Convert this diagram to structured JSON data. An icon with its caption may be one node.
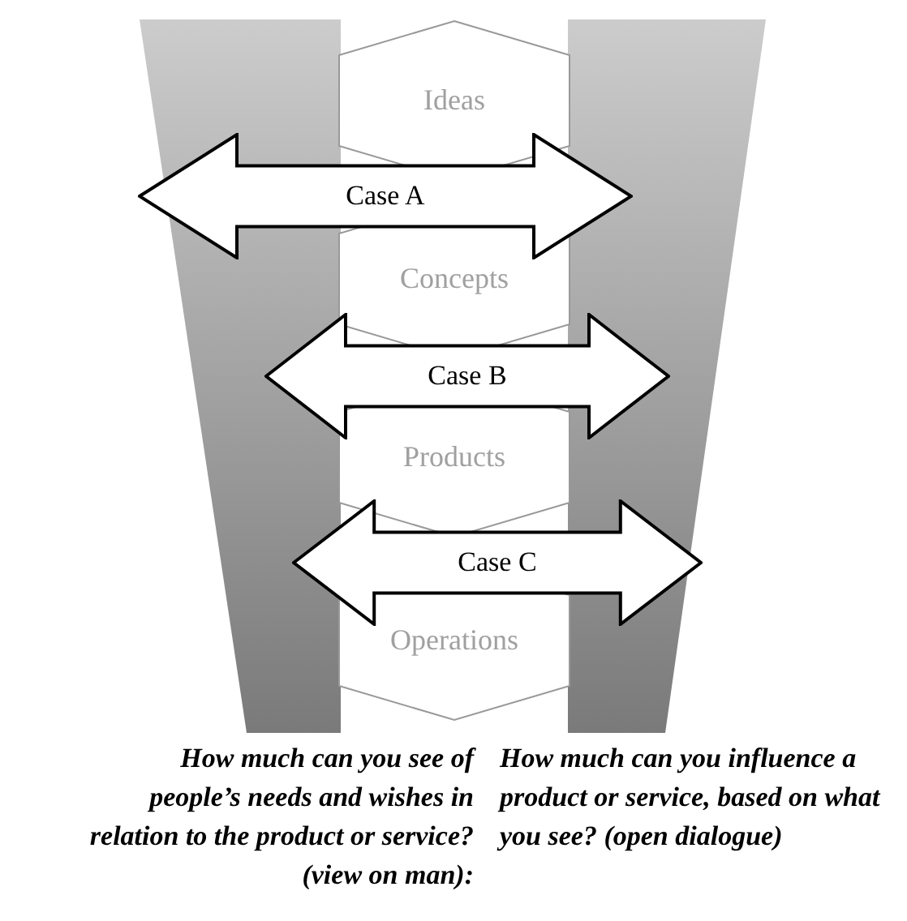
{
  "diagram": {
    "nodes": [
      {
        "text": [
          "Ideas"
        ]
      },
      {
        "text": [
          "Concepts"
        ]
      },
      {
        "text": [
          "Products"
        ]
      },
      {
        "text": [
          "Operations"
        ]
      },
      {
        "text": [
          "Case A"
        ]
      },
      {
        "text": [
          "Case B"
        ]
      },
      {
        "text": [
          "Case C"
        ]
      }
    ],
    "labels": [
      "How much can you see of people’s needs and wishes in relation to the product or service? (view on man):",
      "How much can you influence a product or service, based on what you see? (open dialogue)"
    ]
  }
}
